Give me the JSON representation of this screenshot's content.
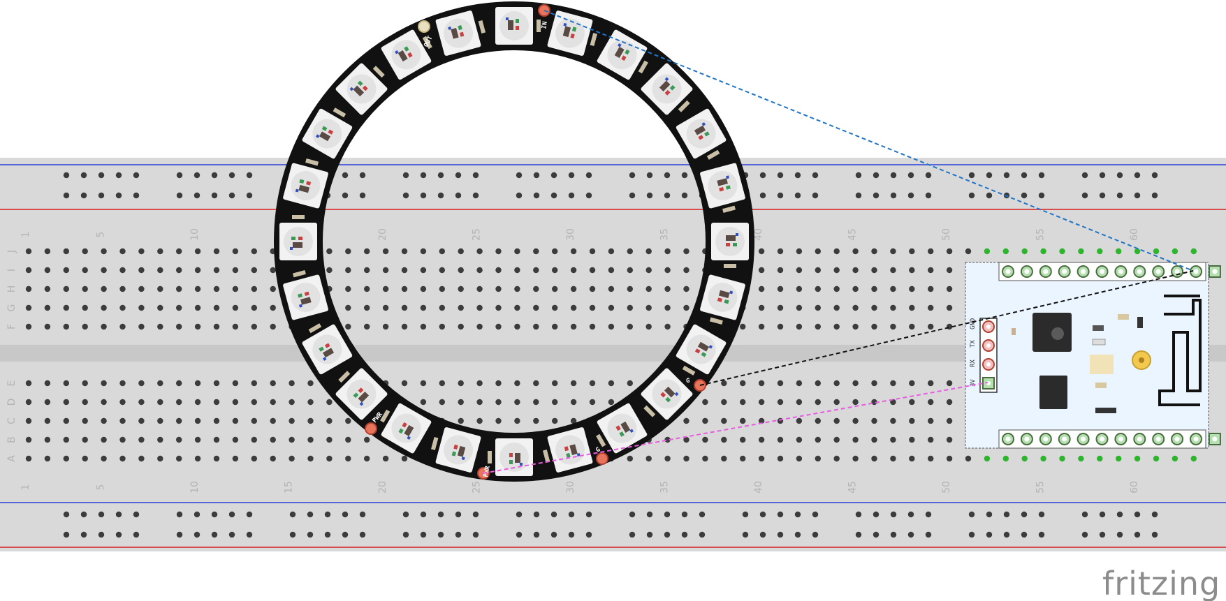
{
  "breadboard": {
    "columns": 63,
    "column_labels": [
      "1",
      "5",
      "10",
      "15",
      "20",
      "25",
      "30",
      "35",
      "40",
      "45",
      "50",
      "55",
      "60"
    ],
    "top_row_letters": [
      "J",
      "I",
      "H",
      "G",
      "F"
    ],
    "bottom_row_letters": [
      "E",
      "D",
      "C",
      "B",
      "A"
    ],
    "colors": {
      "body": "#d9d9d9",
      "hole": "#3c3c3c",
      "rail_blue": "#2a3fd8",
      "rail_red": "#d82020",
      "label": "#b4b4b4",
      "channel": "#c8c8c8"
    }
  },
  "ring": {
    "led_count": 24,
    "pin_labels": {
      "in": "IN",
      "out": "OUT",
      "pwr_1": "PWR",
      "pwr_2": "PWR",
      "gnd_1": "G",
      "gnd_2": "G"
    },
    "colors": {
      "pcb": "#111111",
      "led": "#f2f2f2",
      "pad": "#e8745c"
    }
  },
  "module": {
    "pin_labels": [
      "GND",
      "TX",
      "RX",
      "3V"
    ],
    "colors": {
      "board": "#eaf5ff",
      "header_pin": "#b5e0b0",
      "connected_hole": "#2db52d"
    }
  },
  "wires": [
    {
      "name": "data",
      "color": "#1f74c8"
    },
    {
      "name": "ground",
      "color": "#111111"
    },
    {
      "name": "power",
      "color": "#e75ce0"
    }
  ],
  "brand": {
    "text": "fritzing",
    "color": "#8c8c8c"
  }
}
